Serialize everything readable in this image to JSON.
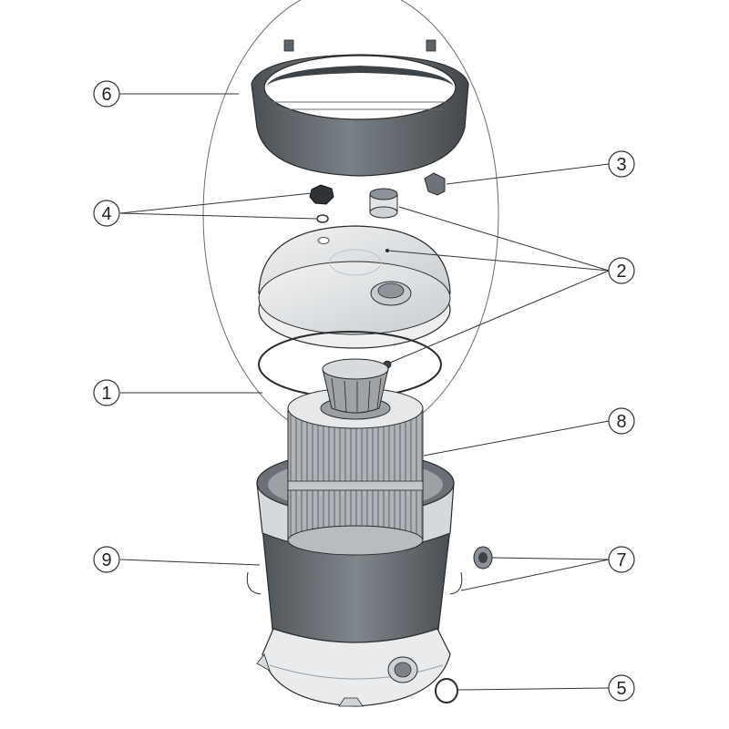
{
  "diagram": {
    "callouts": [
      {
        "id": "c6",
        "label": "6"
      },
      {
        "id": "c3",
        "label": "3"
      },
      {
        "id": "c4",
        "label": "4"
      },
      {
        "id": "c2",
        "label": "2"
      },
      {
        "id": "c1",
        "label": "1"
      },
      {
        "id": "c8",
        "label": "8"
      },
      {
        "id": "c9",
        "label": "9"
      },
      {
        "id": "c7",
        "label": "7"
      },
      {
        "id": "c5",
        "label": "5"
      }
    ]
  },
  "colors": {
    "dark_part": "#555b60",
    "mid_part": "#7d8489",
    "light_part": "#dfe2e4",
    "outline": "#2a2a2a",
    "leader": "#333333"
  }
}
